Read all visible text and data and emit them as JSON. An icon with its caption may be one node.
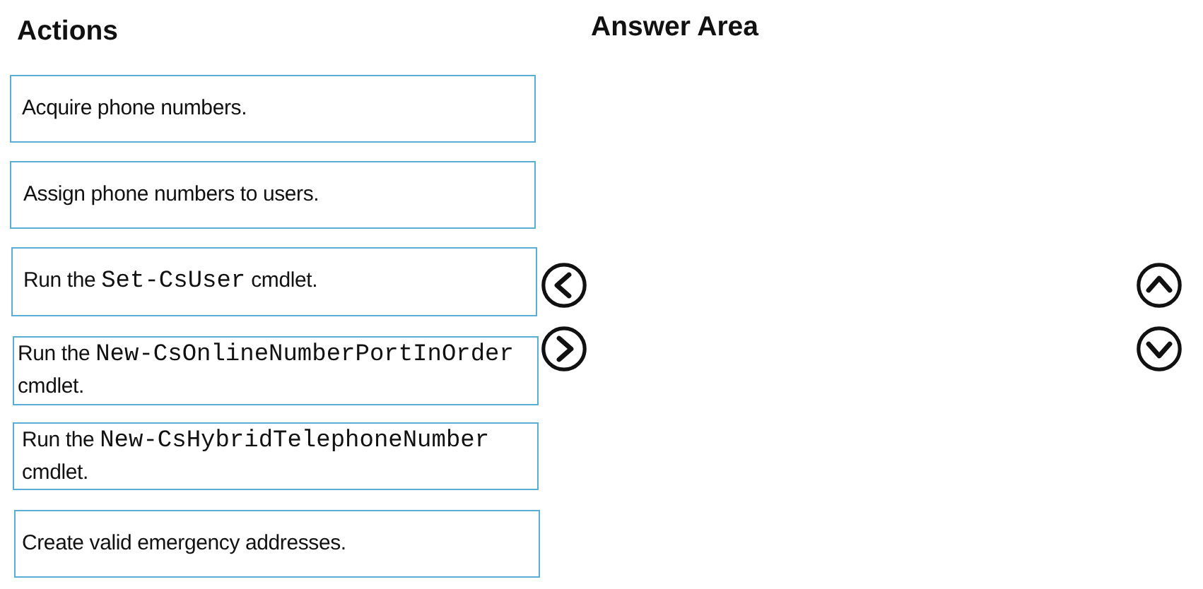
{
  "diagram": {
    "nodes": [
      {
        "text": [
          "Acquire phone numbers."
        ]
      },
      {
        "text": [
          "Assign phone numbers to users."
        ]
      },
      {
        "text": [
          "Run the Set-CsUser cmdlet."
        ]
      },
      {
        "text": [
          "Run the New-CsOnlineNumberPortInOrder cmdlet."
        ]
      },
      {
        "text": [
          "Run the New-CsHybridTelephoneNumber cmdlet."
        ]
      },
      {
        "text": [
          "Create valid emergency addresses."
        ]
      }
    ],
    "labels": [
      "Actions",
      "Answer Area"
    ]
  }
}
